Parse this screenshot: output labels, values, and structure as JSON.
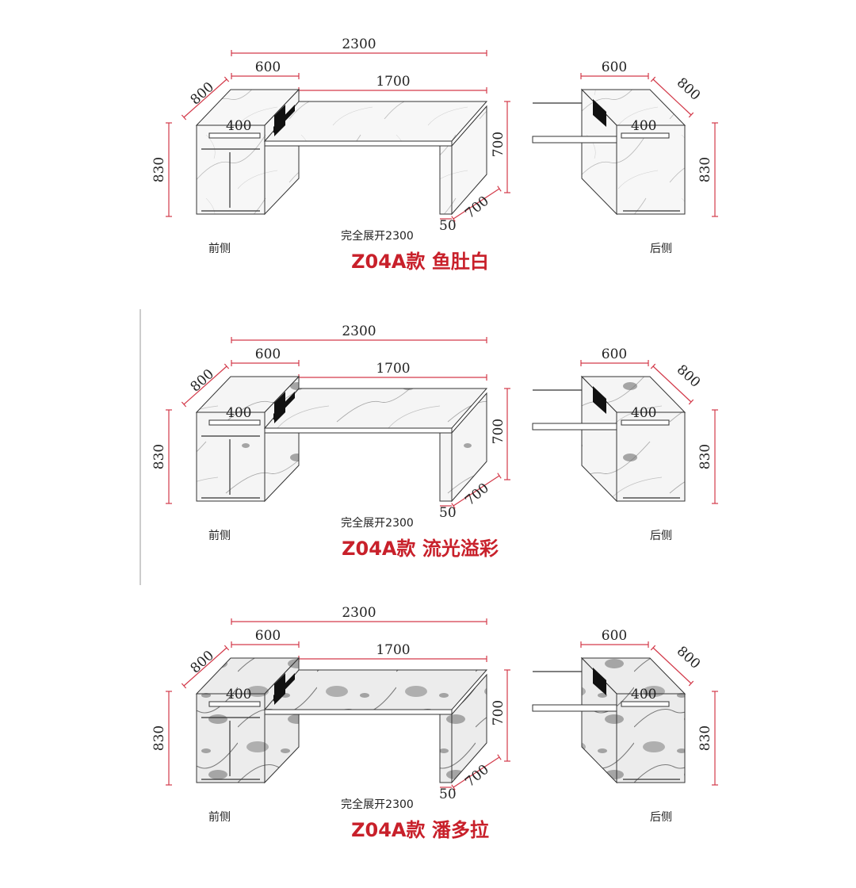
{
  "dimensions": {
    "total_width": "2300",
    "side_width": "600",
    "main_width": "1700",
    "depth": "800",
    "drawer": "400",
    "height_total": "830",
    "height_main": "700",
    "leg_depth": "700",
    "leg_thickness": "50"
  },
  "labels": {
    "expanded": "完全展开2300",
    "front": "前侧",
    "back": "后侧"
  },
  "variants": [
    {
      "title": "Z04A款  鱼肚白",
      "marble": "white"
    },
    {
      "title": "Z04A款  流光溢彩",
      "marble": "colorful"
    },
    {
      "title": "Z04A款  潘多拉",
      "marble": "pandora"
    }
  ],
  "colors": {
    "title_red": "#c8202a",
    "dimension_line": "#d33a4a",
    "outline": "#333333"
  }
}
